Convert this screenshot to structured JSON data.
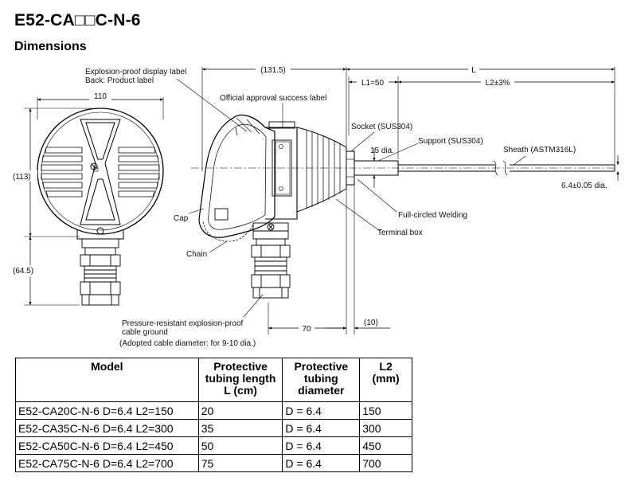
{
  "title": "E52-CA□□C-N-6",
  "subtitle": "Dimensions",
  "drawing": {
    "dim_front_width": "110",
    "dim_front_height": "(113)",
    "dim_lower_height": "(64.5)",
    "dim_total_head": "(131.5)",
    "dim_L": "L",
    "dim_L1": "L1=50",
    "dim_L2": "L2±3%",
    "dim_70": "70",
    "dim_10": "(10)",
    "label_display_1": "Explosion-proof display label",
    "label_display_2": "Back: Product label",
    "label_approval": "Official approval success label",
    "label_socket": "Socket (SUS304)",
    "label_support": "Support (SUS304)",
    "label_15dia": "15 dia.",
    "label_sheath": "Sheath (ASTM316L)",
    "label_sheath_dia": "6.4±0.05 dia.",
    "label_welding": "Full-circled Welding",
    "label_terminal": "Terminal box",
    "label_cap": "Cap",
    "label_chain": "Chain",
    "label_ground_1": "Pressure-resistant explosion-proof",
    "label_ground_2": "cable ground",
    "label_ground_3": "(Adopted cable diameter: for 9-10 dia.)"
  },
  "table": {
    "headers": [
      [
        "Model"
      ],
      [
        "Protective",
        "tubing length",
        "L (cm)"
      ],
      [
        "Protective",
        "tubing",
        "diameter"
      ],
      [
        "L2",
        "(mm)"
      ]
    ],
    "rows": [
      [
        "E52-CA20C-N-6 D=6.4 L2=150",
        "20",
        "D = 6.4",
        "150"
      ],
      [
        "E52-CA35C-N-6 D=6.4 L2=300",
        "35",
        "D = 6.4",
        "300"
      ],
      [
        "E52-CA50C-N-6 D=6.4 L2=450",
        "50",
        "D = 6.4",
        "450"
      ],
      [
        "E52-CA75C-N-6 D=6.4 L2=700",
        "75",
        "D = 6.4",
        "700"
      ]
    ]
  }
}
